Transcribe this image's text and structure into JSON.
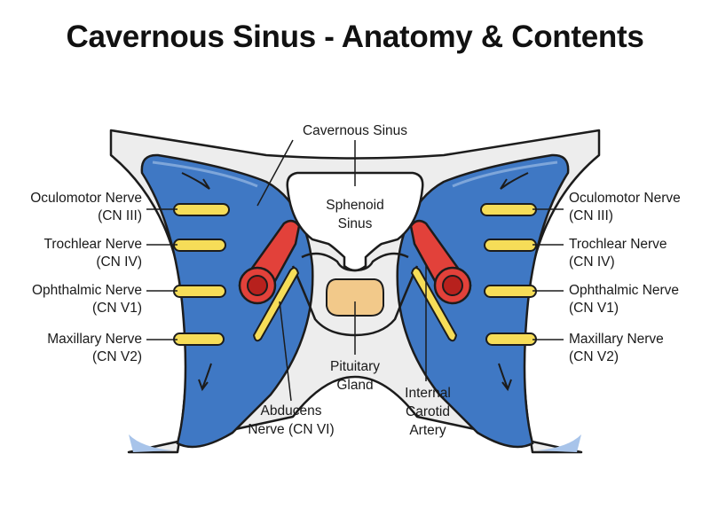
{
  "title": "Cavernous Sinus - Anatomy & Contents",
  "labels": {
    "cavernous_sinus": "Cavernous Sinus",
    "sphenoid_sinus": [
      "Sphenoid",
      "Sinus"
    ],
    "pituitary_gland": [
      "Pituitary",
      "Gland"
    ],
    "internal_carotid": [
      "Internal",
      "Carotid",
      "Artery"
    ],
    "abducens": [
      "Abducens",
      "Nerve (CN VI)"
    ],
    "oculomotor": [
      "Oculomotor Nerve",
      "(CN III)"
    ],
    "trochlear": [
      "Trochlear Nerve",
      "(CN IV)"
    ],
    "ophthalmic": [
      "Ophthalmic Nerve",
      "(CN V1)"
    ],
    "maxillary": [
      "Maxillary Nerve",
      "(CN V2)"
    ]
  },
  "colors": {
    "sinus_blue": "#3f78c4",
    "bone_gray": "#ededed",
    "artery_red": "#e2413a",
    "nerve_yellow": "#f6dd58",
    "pituitary": "#f2c98a",
    "outline": "#1c1c1c"
  }
}
